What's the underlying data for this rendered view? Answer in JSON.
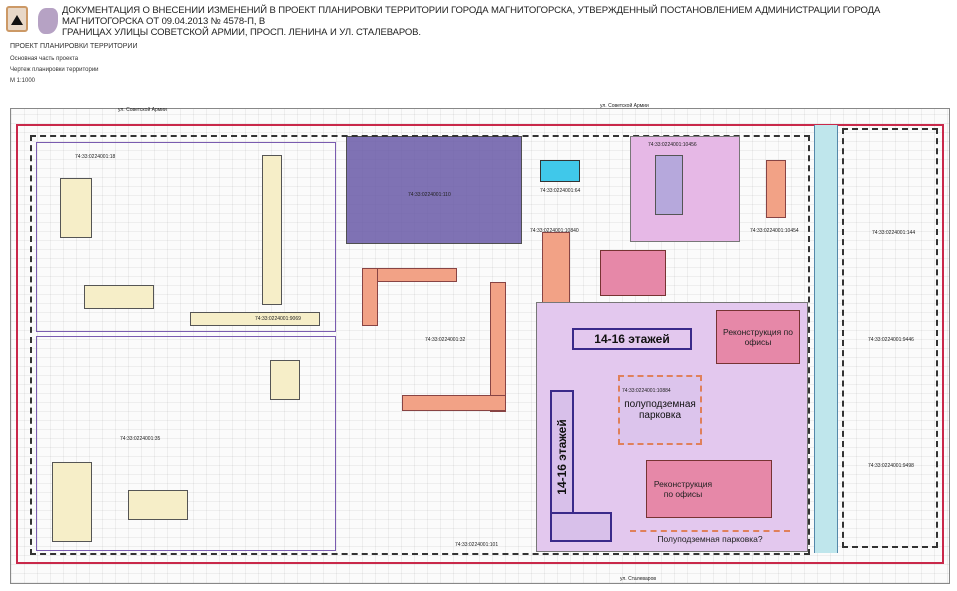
{
  "header": {
    "title_line1": "ДОКУМЕНТАЦИЯ О ВНЕСЕНИИ ИЗМЕНЕНИЙ В ПРОЕКТ ПЛАНИРОВКИ ТЕРРИТОРИИ ГОРОДА МАГНИТОГОРСКА, УТВЕРЖДЕННЫЙ ПОСТАНОВЛЕНИЕМ АДМИНИСТРАЦИИ ГОРОДА МАГНИТОГОРСКА ОТ 09.04.2013 № 4578-П, В",
    "title_line2": "ГРАНИЦАХ УЛИЦЫ СОВЕТСКОЙ АРМИИ, ПРОСП. ЛЕНИНА И УЛ. СТАЛЕВАРОВ.",
    "project": "ПРОЕКТ ПЛАНИРОВКИ ТЕРРИТОРИИ",
    "part": "Основная часть проекта",
    "drawing": "Чертеж планировки территории",
    "scale": "М 1:1000"
  },
  "streets": {
    "top_left": "ул. Советской Армии",
    "top_right": "ул. Советской Армии",
    "bottom": "ул. Сталеваров"
  },
  "parcels": [
    "74:33:0224001:18",
    "74:33:0224001:110",
    "74:33:0224001:64",
    "74:33:0224001:10456",
    "74:33:0224001:10840",
    "74:33:0224001:10454",
    "74:33:0224001:144",
    "74:33:0224001:9069",
    "74:33:0224001:32",
    "74:33:0224001:10884",
    "74:33:0224001:35",
    "74:33:0224001:9446",
    "74:33:0224001:9498",
    "74:33:0224001:101"
  ],
  "annotations": {
    "tower1": "14-16 этажей",
    "tower2": "14-16 этажей",
    "parking": "полуподземная парковка",
    "office1": "Реконструкция по офисы",
    "office2": "Реконструкция по офисы",
    "parking2": "Полуподземная парковка?"
  }
}
